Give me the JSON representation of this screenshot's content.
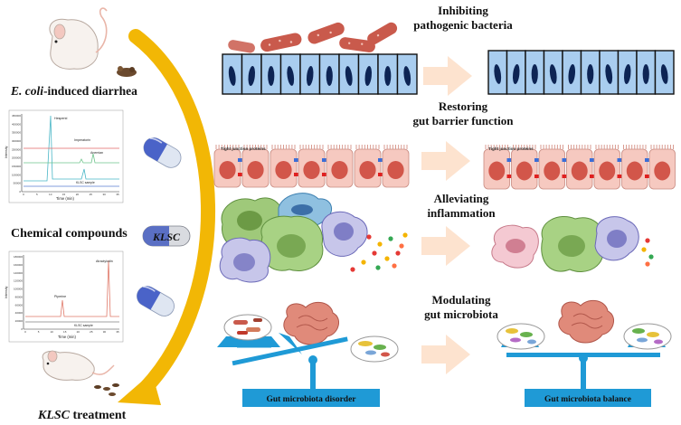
{
  "left_panel": {
    "diarrhea_label_italic": "E. coli",
    "diarrhea_label_rest": "-induced diarrhea",
    "compounds_label": "Chemical compounds",
    "capsule_label": "KLSC",
    "treatment_label_italic": "KLSC",
    "treatment_label_rest": " treatment",
    "chrom1": {
      "peaks": [
        "Hesperid",
        "Imperatorin",
        "Anemian"
      ],
      "sample_label": "KLSC sample",
      "x_axis_label": "Time (min)",
      "y_axis_label": "Intensity",
      "y_ticks": [
        "0",
        "50000",
        "100000",
        "150000",
        "200000",
        "250000",
        "300000",
        "350000",
        "400000",
        "450000"
      ],
      "x_ticks": [
        "0",
        "5",
        "10",
        "15",
        "20",
        "25",
        "30",
        "35"
      ]
    },
    "chrom2": {
      "peaks": [
        "Piperine",
        "Atractylodin"
      ],
      "sample_label": "KLSC sample",
      "x_axis_label": "Time (min)",
      "y_axis_label": "Intensity",
      "y_ticks": [
        "0",
        "20000",
        "40000",
        "60000",
        "80000",
        "100000",
        "120000",
        "140000",
        "160000",
        "180000"
      ],
      "x_ticks": [
        "0",
        "5",
        "10",
        "15",
        "20",
        "25",
        "30",
        "35"
      ]
    }
  },
  "effects": {
    "inhibiting_line1": "Inhibiting",
    "inhibiting_line2": "pathogenic bacteria",
    "restoring_line1": "Restoring",
    "restoring_line2": "gut barrier function",
    "tight_junction_label": "Tight junction proteins",
    "alleviating_line1": "Alleviating",
    "alleviating_line2": "inflammation",
    "modulating_line1": "Modulating",
    "modulating_line2": "gut microbiota",
    "disorder_label": "Gut microbiota disorder",
    "balance_label": "Gut microbiota balance"
  },
  "colors": {
    "arrow_gold": "#f2b705",
    "arrow_peach": "#fde3cf",
    "cell_blue": "#a9cdef",
    "nucleus_navy": "#0d2454",
    "bacteria_red": "#c95a4c",
    "epithelium_pink": "#f6c9c0",
    "nucleus_red": "#d2564a",
    "junction_blue": "#3a6ed8",
    "junction_red": "#e02020",
    "scale_blue": "#1f9ad6",
    "capsule_blue": "#4a63c8"
  }
}
